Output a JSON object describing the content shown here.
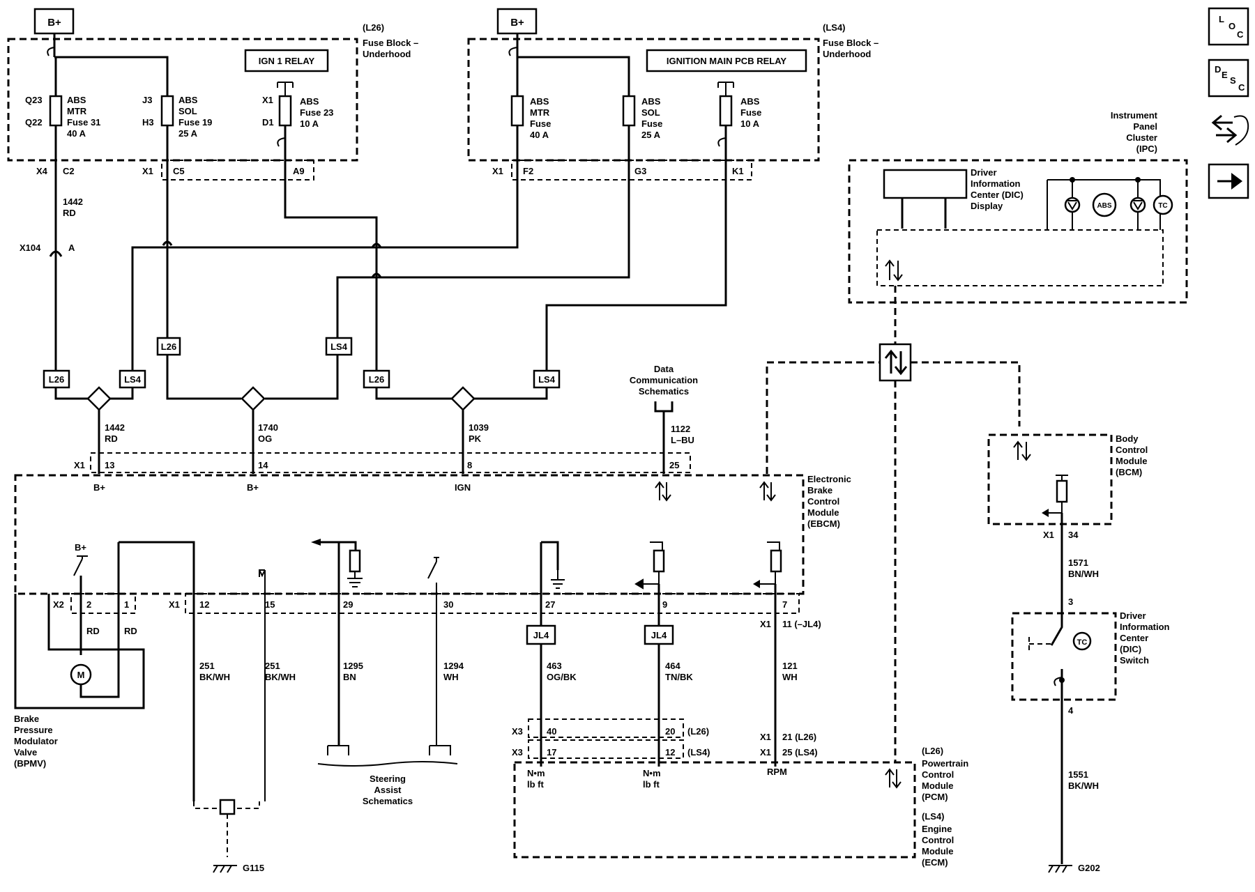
{
  "power": {
    "b_plus": "B+"
  },
  "fuse_block_l26": {
    "option": "(L26)",
    "title_1": "Fuse Block –",
    "title_2": "Underhood",
    "relay": "IGN 1 RELAY",
    "fuse_mtr": {
      "top_pin": "Q23",
      "bottom_pin": "Q22",
      "l1": "ABS",
      "l2": "MTR",
      "l3": "Fuse 31",
      "l4": "40 A"
    },
    "fuse_sol": {
      "top_pin": "J3",
      "bottom_pin": "H3",
      "l1": "ABS",
      "l2": "SOL",
      "l3": "Fuse 19",
      "l4": "25 A"
    },
    "fuse_abs": {
      "top_pin": "X1",
      "bottom_pin": "D1",
      "l1": "ABS",
      "l2": "Fuse 23",
      "l3": "10 A"
    },
    "conn": {
      "x4": "X4",
      "c2": "C2",
      "x1": "X1",
      "c5": "C5",
      "a9": "A9"
    }
  },
  "fuse_block_ls4": {
    "option": "(LS4)",
    "title_1": "Fuse Block –",
    "title_2": "Underhood",
    "relay": "IGNITION MAIN PCB RELAY",
    "fuse_mtr": {
      "l1": "ABS",
      "l2": "MTR",
      "l3": "Fuse",
      "l4": "40 A"
    },
    "fuse_sol": {
      "l1": "ABS",
      "l2": "SOL",
      "l3": "Fuse",
      "l4": "25 A"
    },
    "fuse_abs": {
      "l1": "ABS",
      "l2": "Fuse",
      "l3": "10 A"
    },
    "conn": {
      "x1": "X1",
      "f2": "F2",
      "g3": "G3",
      "k1": "K1"
    }
  },
  "wires_upper": {
    "w1442_top": {
      "num": "1442",
      "color": "RD"
    },
    "x104": "X104",
    "x104_pin": "A",
    "w1442": {
      "num": "1442",
      "color": "RD"
    },
    "w1740": {
      "num": "1740",
      "color": "OG"
    },
    "w1039": {
      "num": "1039",
      "color": "PK"
    },
    "w1122": {
      "num": "1122",
      "color": "L–BU"
    }
  },
  "option_tags": {
    "l26": "L26",
    "ls4": "LS4",
    "jl4": "JL4"
  },
  "data_comm": {
    "l1": "Data",
    "l2": "Communication",
    "l3": "Schematics"
  },
  "ebcm": {
    "l1": "Electronic",
    "l2": "Brake",
    "l3": "Control",
    "l4": "Module",
    "l5": "(EBCM)",
    "x1": "X1",
    "pins_top": [
      "13",
      "14",
      "8",
      "25"
    ],
    "pin_labels": [
      "B+",
      "B+",
      "IGN"
    ],
    "b_plus_inner": "B+",
    "x2": "X2",
    "x2_pins": [
      "2",
      "1"
    ],
    "x1_bottom": "X1",
    "pins_bottom": [
      "12",
      "15",
      "29",
      "30",
      "27",
      "9",
      "7"
    ]
  },
  "bpmv": {
    "l1": "Brake",
    "l2": "Pressure",
    "l3": "Modulator",
    "l4": "Valve",
    "l5": "(BPMV)",
    "motor": "M",
    "wire_color_1": "RD",
    "wire_color_2": "RD"
  },
  "wires_lower": {
    "w251a": {
      "num": "251",
      "color": "BK/WH"
    },
    "w251b": {
      "num": "251",
      "color": "BK/WH"
    },
    "w1295": {
      "num": "1295",
      "color": "BN"
    },
    "w1294": {
      "num": "1294",
      "color": "WH"
    },
    "w463": {
      "num": "463",
      "color": "OG/BK"
    },
    "w464": {
      "num": "464",
      "color": "TN/BK"
    },
    "w121": {
      "num": "121",
      "color": "WH"
    },
    "x1_11": {
      "conn": "X1",
      "text": "11 (–JL4)"
    }
  },
  "steering": {
    "l1": "Steering",
    "l2": "Assist",
    "l3": "Schematics"
  },
  "grounds": {
    "g115": "G115",
    "g202": "G202"
  },
  "pcm_conn": {
    "x3a": "X3",
    "p40": "40",
    "p20": "20",
    "opt_l26": "(L26)",
    "x3b": "X3",
    "p17": "17",
    "p12": "12",
    "opt_ls4": "(LS4)",
    "x1a": "X1",
    "p21": "21 (L26)",
    "x1b": "X1",
    "p25": "25 (LS4)"
  },
  "pcm": {
    "opt_l26": "(L26)",
    "l1": "Powertrain",
    "l2": "Control",
    "l3": "Module",
    "l4": "(PCM)",
    "opt_ls4": "(LS4)",
    "e1": "Engine",
    "e2": "Control",
    "e3": "Module",
    "e4": "(ECM)",
    "sig_nm": "N•m",
    "sig_lbft": "lb ft",
    "sig_nm2": "N•m",
    "sig_lbft2": "lb ft",
    "sig_rpm": "RPM"
  },
  "ipc": {
    "l1": "Instrument",
    "l2": "Panel",
    "l3": "Cluster",
    "l4": "(IPC)",
    "dic1": "Driver",
    "dic2": "Information",
    "dic3": "Center (DIC)",
    "dic4": "Display",
    "abs": "ABS",
    "tc": "TC"
  },
  "bcm": {
    "l1": "Body",
    "l2": "Control",
    "l3": "Module",
    "l4": "(BCM)",
    "x1": "X1",
    "pin34": "34"
  },
  "dic_switch": {
    "l1": "Driver",
    "l2": "Information",
    "l3": "Center",
    "l4": "(DIC)",
    "l5": "Switch",
    "pin3": "3",
    "pin4": "4",
    "tc": "TC"
  },
  "wires_right": {
    "w1571": {
      "num": "1571",
      "color": "BN/WH"
    },
    "w1551": {
      "num": "1551",
      "color": "BK/WH"
    }
  },
  "nav": {
    "loc": [
      "L",
      "O",
      "C"
    ],
    "desc": [
      "D",
      "E",
      "S",
      "C"
    ]
  },
  "icons": [
    "loc-icon",
    "desc-icon",
    "connector-views-icon",
    "next-page-arrow-icon"
  ]
}
